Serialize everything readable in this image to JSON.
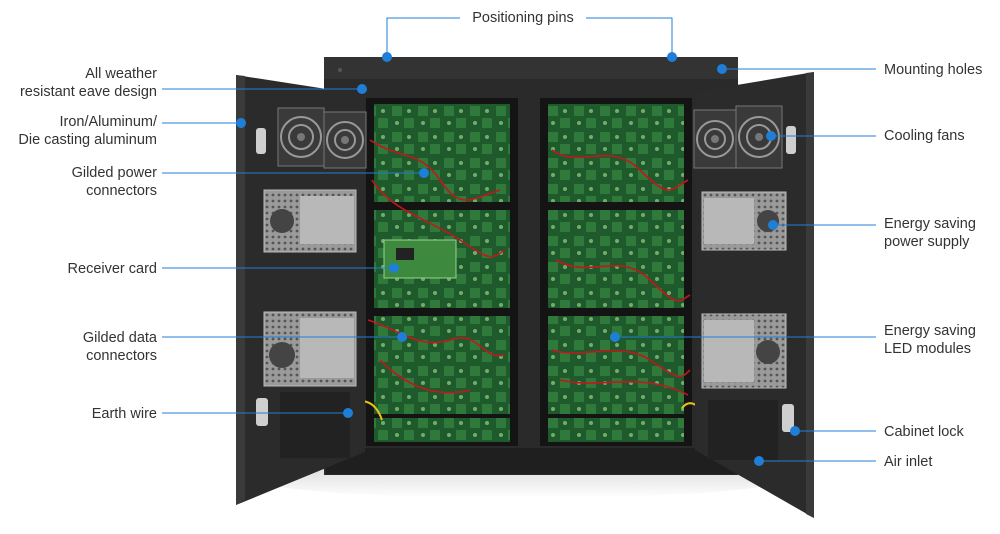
{
  "diagram": {
    "accent_color": "#1f7fd6",
    "labels": {
      "positioning_pins": "Positioning pins",
      "all_weather": "All weather\nresistant eave design",
      "iron_aluminum": "Iron/Aluminum/\nDie casting aluminum",
      "gilded_power": "Gilded power\nconnectors",
      "receiver_card": "Receiver card",
      "gilded_data": "Gilded data\nconnectors",
      "earth_wire": "Earth wire",
      "mounting_holes": "Mounting holes",
      "cooling_fans": "Cooling fans",
      "energy_power_supply": "Energy saving\npower supply",
      "energy_led_modules": "Energy saving\nLED modules",
      "cabinet_lock": "Cabinet lock",
      "air_inlet": "Air inlet"
    }
  }
}
